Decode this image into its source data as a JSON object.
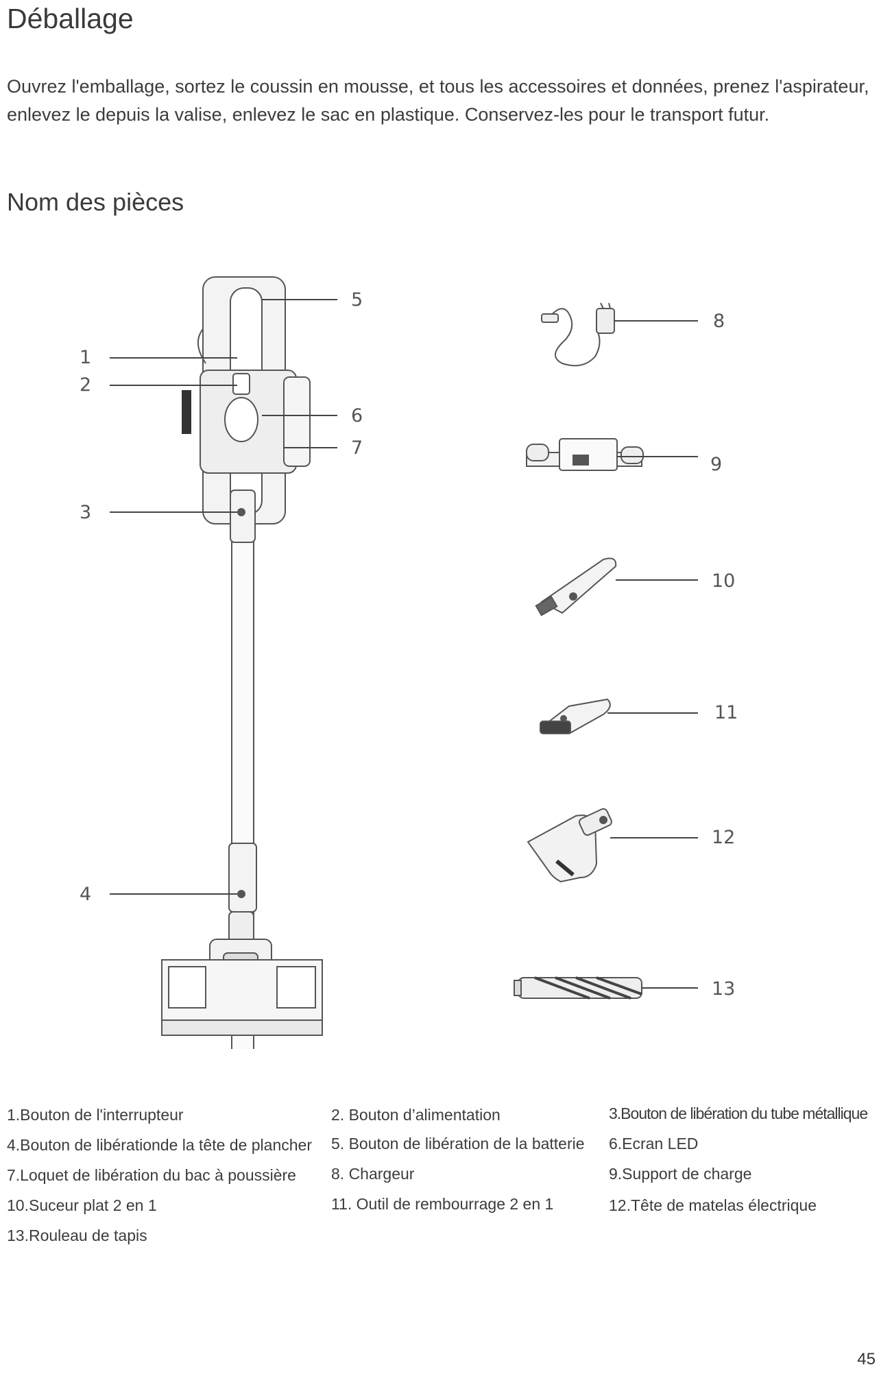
{
  "section": {
    "title": "Déballage",
    "intro": "Ouvrez l'emballage, sortez le coussin en mousse, et tous les accessoires et données, prenez l'aspirateur, enlevez le depuis la valise, enlevez le sac en plastique. Conservez-les pour le transport futur."
  },
  "parts": {
    "title": "Nom des pièces",
    "callouts": [
      "1",
      "2",
      "3",
      "4",
      "5",
      "6",
      "7",
      "8",
      "9",
      "10",
      "11",
      "12",
      "13"
    ],
    "legend": [
      "1.Bouton de l'interrupteur",
      "2. Bouton d’alimentation",
      "3.Bouton de libération du tube métallique",
      "4.Bouton de libérationde la tête de plancher",
      "5. Bouton de libération de la batterie",
      "6.Ecran LED",
      "7.Loquet de libération du bac à poussière",
      "8. Chargeur",
      "9.Support de charge",
      "10.Suceur plat 2 en 1",
      "11. Outil de rembourrage 2 en 1",
      "12.Tête de matelas électrique",
      "13.Rouleau de tapis"
    ]
  },
  "page_number": "45"
}
